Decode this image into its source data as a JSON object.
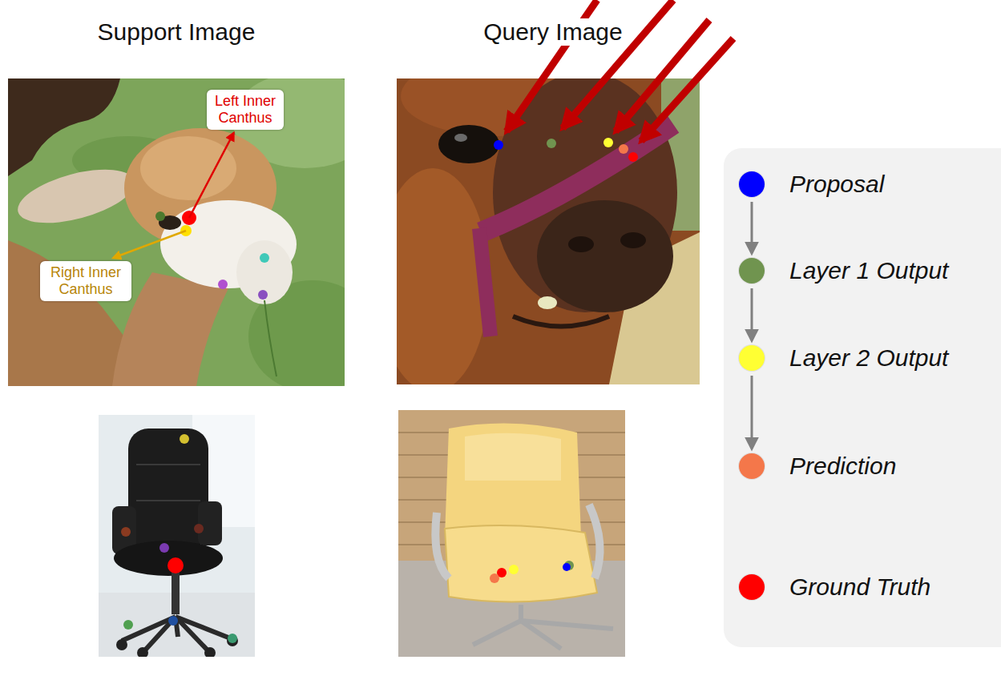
{
  "diagram": {
    "nodes": [
      {
        "text": [
          "Left Inner Canthus"
        ]
      },
      {
        "text": [
          "Right Inner Canthus"
        ]
      }
    ],
    "labels": [
      "Support Image",
      "Query Image"
    ],
    "legend": [
      {
        "text": "Proposal",
        "color": "#0000ff"
      },
      {
        "text": "Layer 1 Output",
        "color": "#70944f"
      },
      {
        "text": "Layer 2 Output",
        "color": "#ffff33"
      },
      {
        "text": "Prediction",
        "color": "#f4774a"
      },
      {
        "text": "Ground Truth",
        "color": "#ff0000"
      }
    ]
  }
}
